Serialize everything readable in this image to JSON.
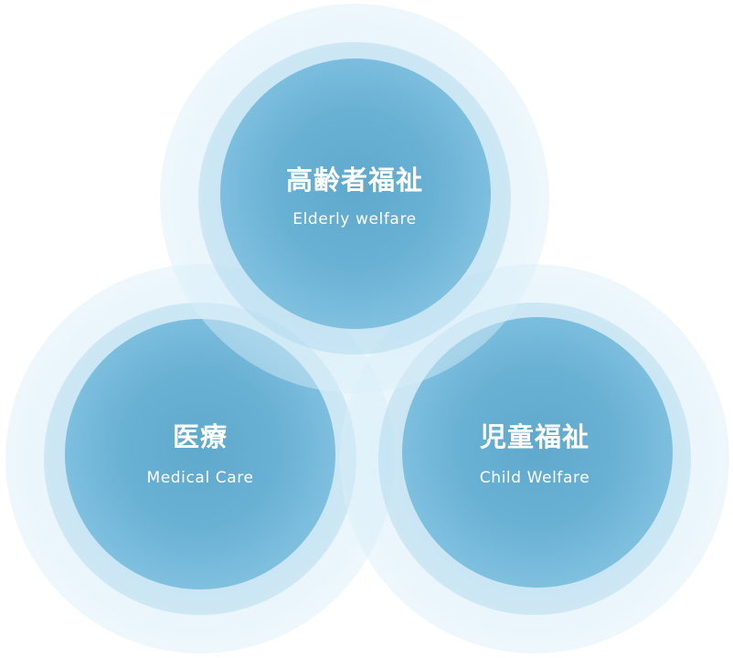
{
  "nodes": [
    {
      "id": "elderly",
      "title": "高齢者福祉",
      "subtitle": "Elderly welfare"
    },
    {
      "id": "medical",
      "title": "医療",
      "subtitle": "Medical Care"
    },
    {
      "id": "child",
      "title": "児童福祉",
      "subtitle": "Child Welfare"
    }
  ],
  "colors": {
    "core": "#65acd0",
    "halo": "#e4f3fb",
    "text": "#ffffff"
  }
}
